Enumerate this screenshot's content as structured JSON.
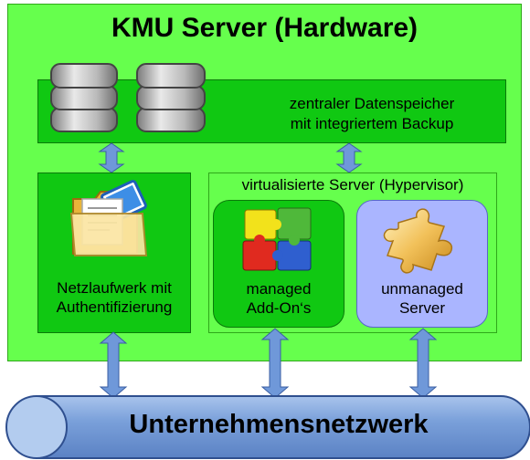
{
  "title": "KMU Server (Hardware)",
  "storage": {
    "line1": "zentraler Datenspeicher",
    "line2": "mit integriertem Backup",
    "icon": "database-disks-icon"
  },
  "network_drive": {
    "line1": "Netzlaufwerk mit",
    "line2": "Authentifizierung",
    "icon": "folder-documents-icon"
  },
  "hypervisor": {
    "title": "virtualisierte Server (Hypervisor)",
    "managed": {
      "line1": "managed",
      "line2": "Add-On‘s",
      "icon": "puzzle-colored-icon"
    },
    "unmanaged": {
      "line1": "unmanaged",
      "line2": "Server",
      "icon": "puzzle-piece-icon"
    }
  },
  "network": {
    "label": "Unternehmensnetzwerk"
  },
  "colors": {
    "server_bg": "#66ff4d",
    "box_green": "#10c812",
    "unmanaged_bg": "#aab5ff",
    "arrow": "#6f98d9",
    "network_blue": "#6f97d1"
  }
}
